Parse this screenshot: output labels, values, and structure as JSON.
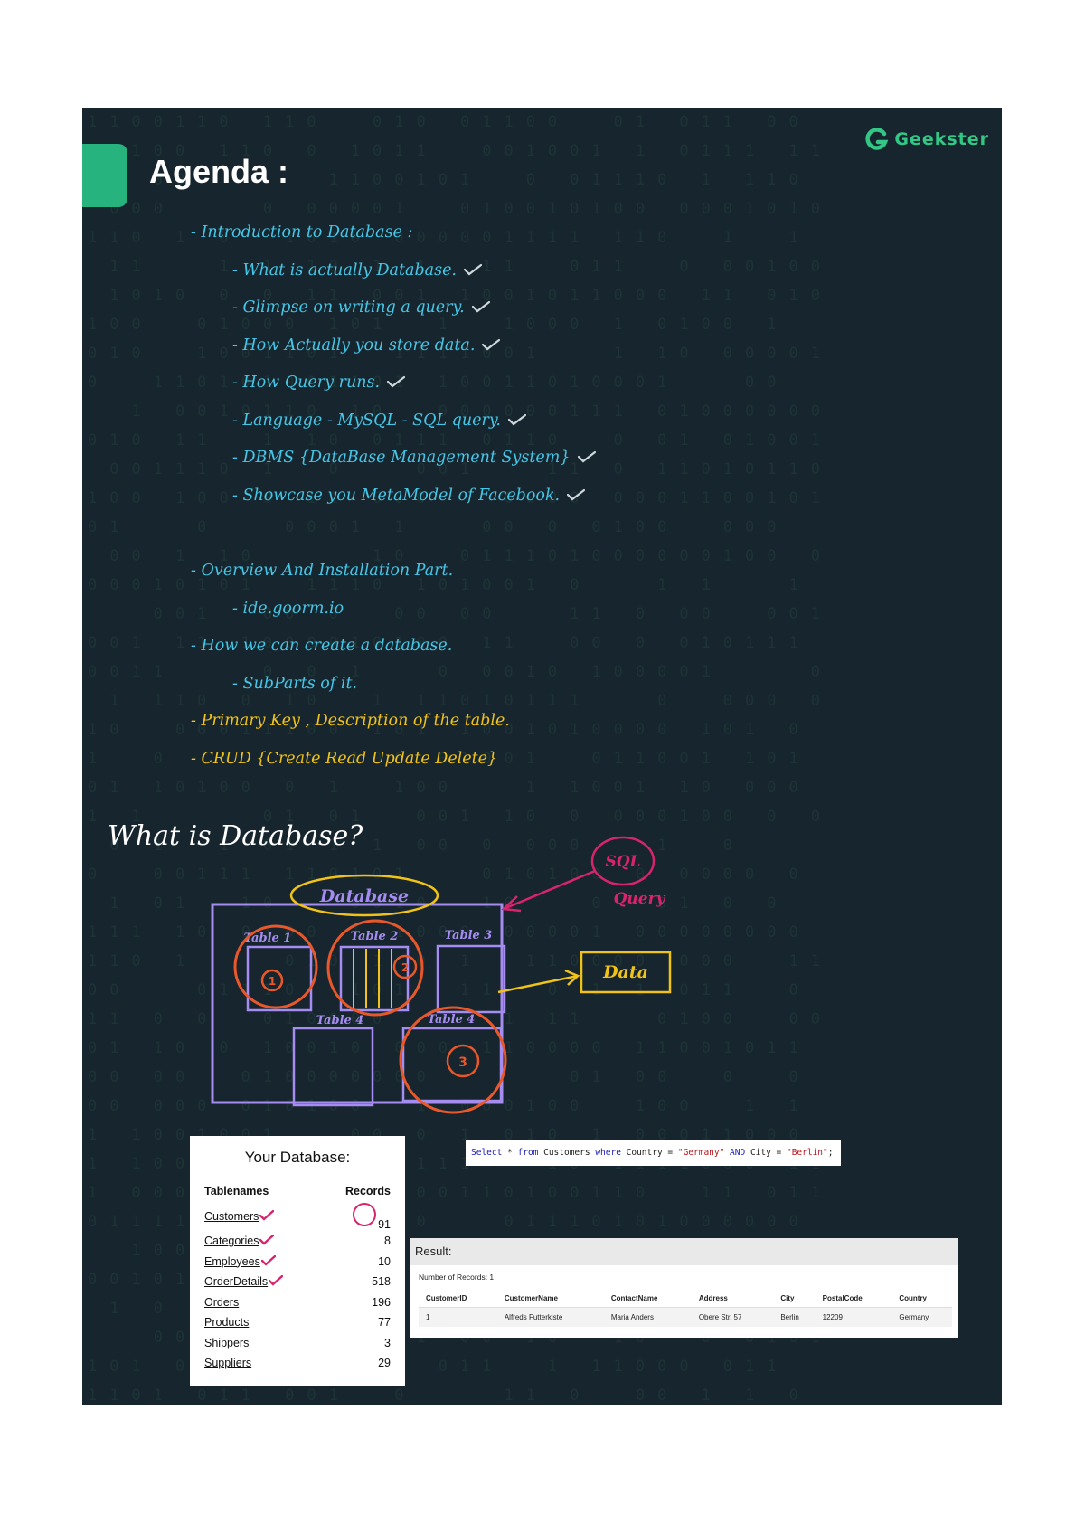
{
  "brand": {
    "name": "Geekster",
    "color": "#33c785"
  },
  "agenda": {
    "title": "Agenda :",
    "items": [
      {
        "text": "- Introduction to Database :",
        "level": 0,
        "color": "cyan",
        "checked": false
      },
      {
        "text": "- What is actually Database.",
        "level": 1,
        "color": "cyan",
        "checked": true
      },
      {
        "text": "- Glimpse on writing a query.",
        "level": 1,
        "color": "cyan",
        "checked": true
      },
      {
        "text": "- How Actually you store data.",
        "level": 1,
        "color": "cyan",
        "checked": true
      },
      {
        "text": "- How Query runs.",
        "level": 1,
        "color": "cyan",
        "checked": true
      },
      {
        "text": "- Language - MySQL - SQL query.",
        "level": 1,
        "color": "cyan",
        "checked": true
      },
      {
        "text": "- DBMS {DataBase Management System}",
        "level": 1,
        "color": "cyan",
        "checked": true
      },
      {
        "text": "- Showcase you MetaModel of Facebook.",
        "level": 1,
        "color": "cyan",
        "checked": true
      },
      {
        "text": "",
        "level": 0,
        "color": "cyan",
        "checked": false
      },
      {
        "text": "- Overview And Installation Part.",
        "level": 0,
        "color": "cyan",
        "checked": false
      },
      {
        "text": "- ide.goorm.io",
        "level": 1,
        "color": "cyan",
        "checked": false
      },
      {
        "text": "- How we can create a database.",
        "level": 0,
        "color": "cyan",
        "checked": false
      },
      {
        "text": "- SubParts of it.",
        "level": 1,
        "color": "cyan",
        "checked": false
      },
      {
        "text": "- Primary Key , Description of the table.",
        "level": 0,
        "color": "yellow",
        "checked": false
      },
      {
        "text": "- CRUD {Create Read Update Delete}",
        "level": 0,
        "color": "yellow",
        "checked": false
      }
    ]
  },
  "section": {
    "title": "What is Database?"
  },
  "sketch": {
    "database_label": "Database",
    "sql_label": "SQL",
    "query_label": "Query",
    "data_label": "Data",
    "tables": [
      "Table 1",
      "Table 2",
      "Table 3",
      "Table 4",
      "Table 4"
    ],
    "markers": [
      "1",
      "2",
      "3"
    ],
    "colors": {
      "frame": "#a58cf0",
      "circle": "#e8582a",
      "highlight": "#f0c21a",
      "pink": "#d8246d"
    }
  },
  "your_database": {
    "title": "Your Database:",
    "col_names": "Tablenames",
    "col_records": "Records",
    "rows": [
      {
        "name": "Customers",
        "records": "91",
        "checked": true
      },
      {
        "name": "Categories",
        "records": "8",
        "checked": true
      },
      {
        "name": "Employees",
        "records": "10",
        "checked": true
      },
      {
        "name": "OrderDetails",
        "records": "518",
        "checked": true
      },
      {
        "name": "Orders",
        "records": "196",
        "checked": false
      },
      {
        "name": "Products",
        "records": "77",
        "checked": false
      },
      {
        "name": "Shippers",
        "records": "3",
        "checked": false
      },
      {
        "name": "Suppliers",
        "records": "29",
        "checked": false
      }
    ]
  },
  "query": {
    "select": "Select",
    "star": " * ",
    "from": "from",
    "table": " Customers ",
    "where": "where",
    "cond1": " Country = ",
    "val1": "\"Germany\"",
    "and": " AND ",
    "cond2": "City = ",
    "val2": "\"Berlin\"",
    "end": ";"
  },
  "result": {
    "title": "Result:",
    "count": "Number of Records: 1",
    "columns": [
      "CustomerID",
      "CustomerName",
      "ContactName",
      "Address",
      "City",
      "PostalCode",
      "Country"
    ],
    "rows": [
      [
        "1",
        "Alfreds Futterkiste",
        "Maria Anders",
        "Obere Str. 57",
        "Berlin",
        "12209",
        "Germany"
      ]
    ]
  }
}
